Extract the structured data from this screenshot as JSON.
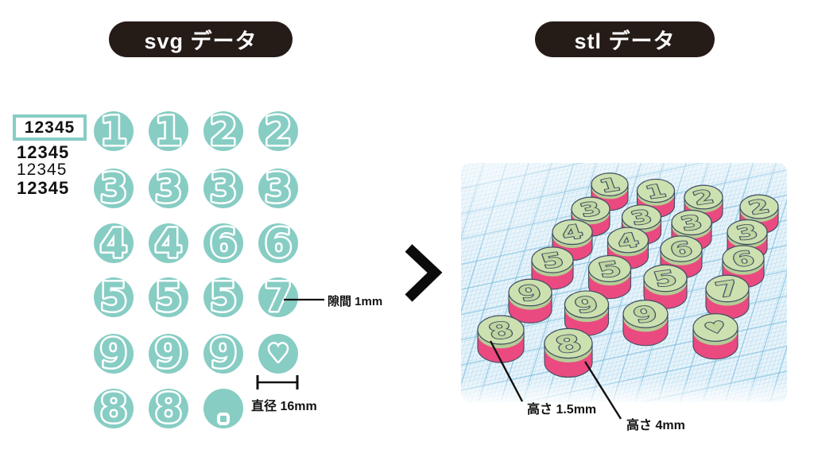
{
  "badges": {
    "svg_label": "svg データ",
    "stl_label": "stl データ",
    "background": "#251b17",
    "text_color": "#ffffff"
  },
  "font_samples": {
    "items": [
      {
        "text": "12345",
        "weight": "bold",
        "selected": true
      },
      {
        "text": "12345",
        "weight": "bold",
        "selected": false
      },
      {
        "text": "12345",
        "weight": "normal",
        "selected": false
      },
      {
        "text": "12345",
        "weight": "bold",
        "selected": false
      }
    ],
    "selection_border_color": "#87cdc4"
  },
  "svg_sheet": {
    "circle_color": "#87cdc4",
    "glyph_outline_color": "#ffffff",
    "rows": [
      [
        "1",
        "1",
        "2",
        "2"
      ],
      [
        "3",
        "3",
        "3",
        "3"
      ],
      [
        "4",
        "4",
        "6",
        "6"
      ],
      [
        "5",
        "5",
        "5",
        "7"
      ],
      [
        "9",
        "9",
        "9",
        "♥"
      ],
      [
        "8",
        "8",
        "."
      ]
    ],
    "gap_label": "隙間 1mm",
    "diameter_label": "直径 16mm"
  },
  "arrow": {
    "color": "#0b0b0b",
    "direction": "right"
  },
  "stl_scene": {
    "rows": [
      [
        "1",
        "1",
        "2",
        "2"
      ],
      [
        "3",
        "3",
        "3",
        "3"
      ],
      [
        "4",
        "4",
        "6",
        "6"
      ],
      [
        "5",
        "5",
        "5",
        "7"
      ],
      [
        "9",
        "9",
        "9",
        "♥"
      ],
      [
        "8",
        "8"
      ]
    ],
    "colors": {
      "top": "#cde0b0",
      "top_band": "#b5cc96",
      "side": "#ea4a80",
      "edge": "#3d4d62",
      "digit": "#c0d5a0",
      "grid_bg": "#e7f3fa",
      "grid_line": "#9fcfe6"
    },
    "height_top_label": "高さ 1.5mm",
    "height_base_label": "高さ 4mm"
  }
}
